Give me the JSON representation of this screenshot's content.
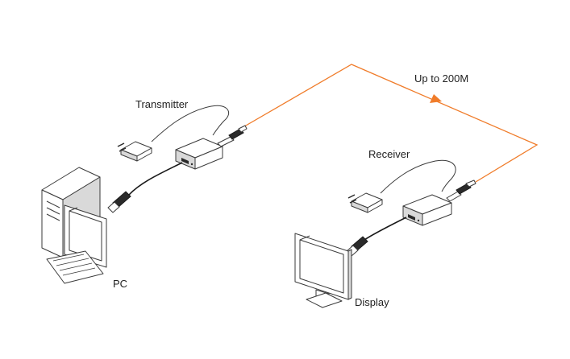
{
  "labels": {
    "transmitter": "Transmitter",
    "receiver": "Receiver",
    "distance": "Up to 200M",
    "pc": "PC",
    "display": "Display"
  },
  "colors": {
    "fiber": "#f07c2a",
    "line": "#3a3a3a",
    "device_fill": "#ffffff",
    "device_shade": "#d9d9d9",
    "cable": "#1a1a1a"
  },
  "icons": {
    "pc": "desktop-computer-icon",
    "display": "monitor-icon",
    "transmitter": "extender-box-icon",
    "receiver": "extender-box-icon",
    "power": "power-adapter-icon",
    "hdmi": "hdmi-plug-icon",
    "fiber_connector": "fiber-connector-icon"
  }
}
